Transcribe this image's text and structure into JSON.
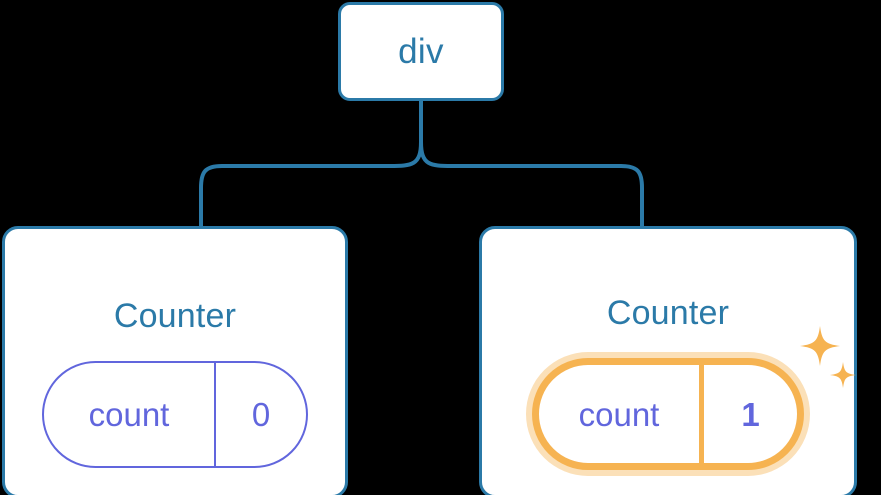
{
  "diagram": {
    "type": "component-tree",
    "background_color": "#000000",
    "node_border_color": "#2b7aa8",
    "node_fill_color": "#ffffff",
    "title_color": "#2b7aa8",
    "state_color": "#6166dd",
    "highlight_color": "#f6b351",
    "highlight_glow_color": "#fbe0b8",
    "connector_color": "#2b7aa8"
  },
  "root": {
    "label": "div"
  },
  "children": [
    {
      "title": "Counter",
      "state": {
        "key": "count",
        "value": "0",
        "highlighted": false,
        "value_bold": false
      }
    },
    {
      "title": "Counter",
      "state": {
        "key": "count",
        "value": "1",
        "highlighted": true,
        "value_bold": true,
        "sparkle_icon": "sparkles-icon"
      }
    }
  ]
}
